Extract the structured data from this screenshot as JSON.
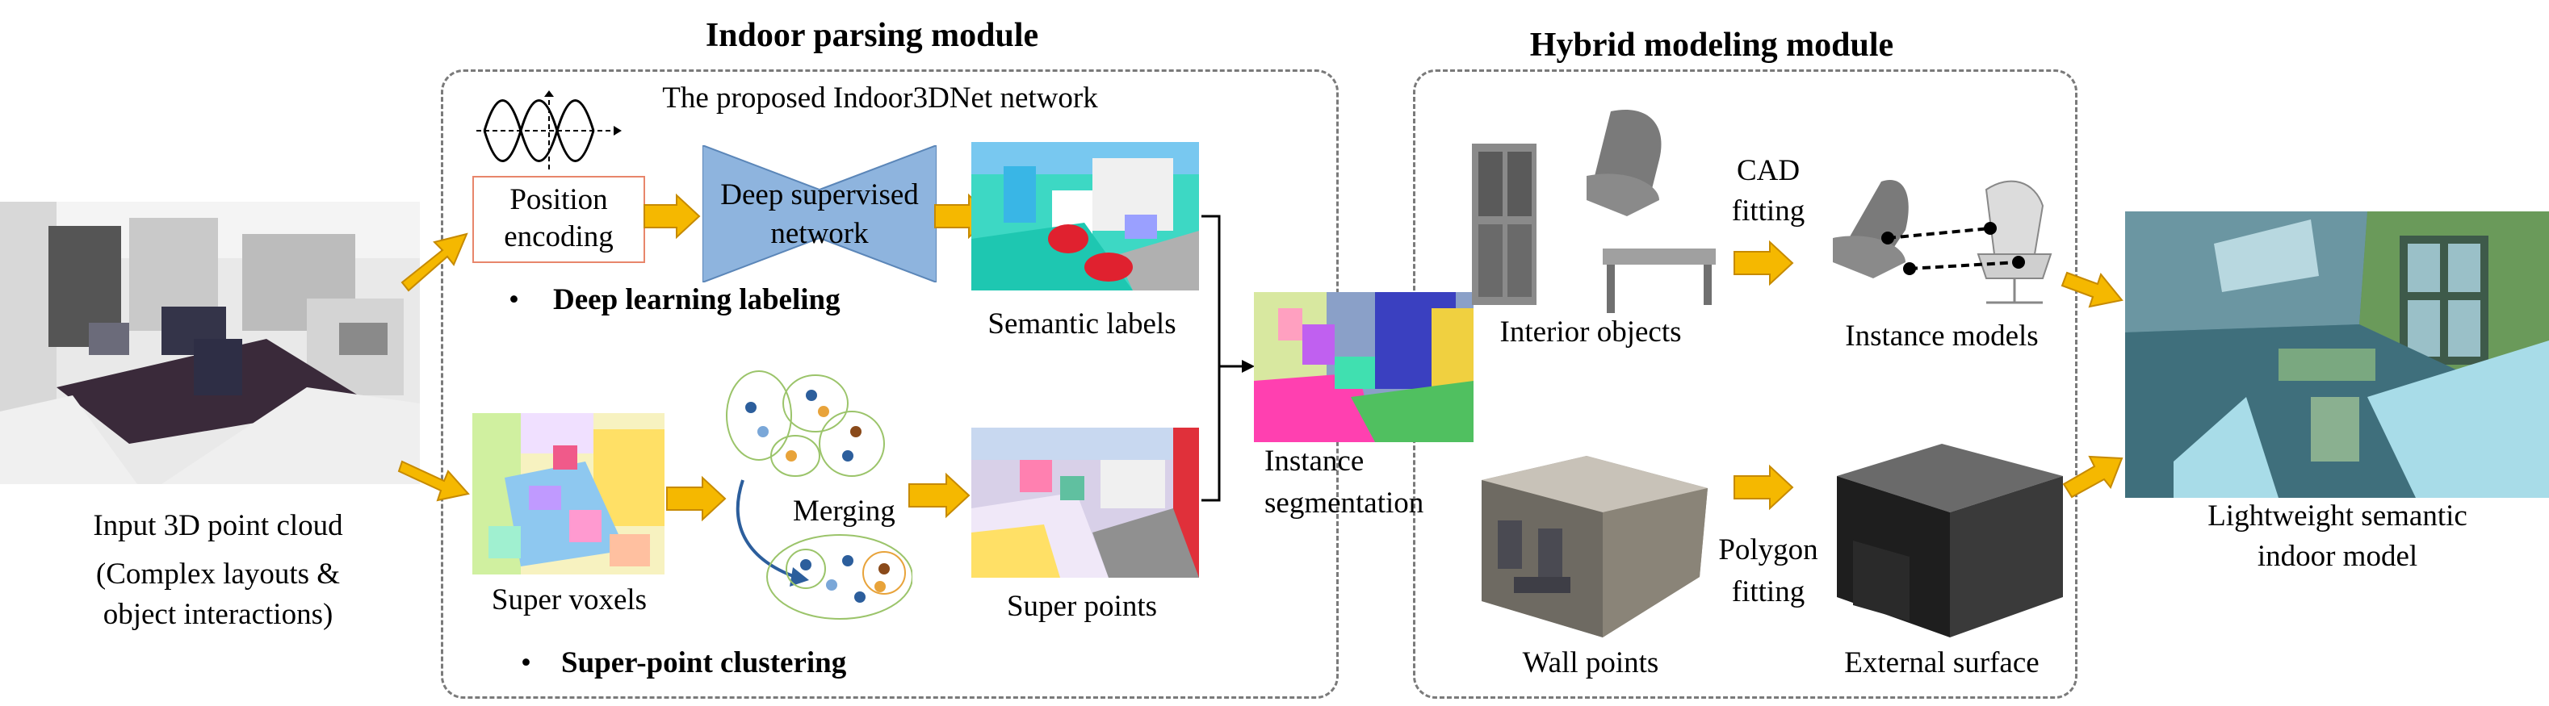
{
  "modules": {
    "indoor_title": "Indoor parsing module",
    "hybrid_title": "Hybrid modeling module"
  },
  "input": {
    "label": "Input 3D point cloud",
    "sublabel_1": "(Complex layouts &",
    "sublabel_2": "object interactions)"
  },
  "parsing": {
    "network_title": "The proposed Indoor3DNet network",
    "position_encoding_1": "Position",
    "position_encoding_2": "encoding",
    "deep_supervised_1": "Deep supervised",
    "deep_supervised_2": "network",
    "deep_learning_labeling": "Deep learning labeling",
    "semantic_labels": "Semantic labels",
    "super_voxels": "Super voxels",
    "merging": "Merging",
    "super_points": "Super points",
    "super_point_clustering": "Super-point clustering",
    "bullet": "•"
  },
  "segmentation": {
    "label_1": "Instance",
    "label_2": "segmentation"
  },
  "modeling": {
    "interior_objects": "Interior objects",
    "cad_fitting_1": "CAD",
    "cad_fitting_2": "fitting",
    "instance_models": "Instance models",
    "wall_points": "Wall points",
    "polygon_fitting_1": "Polygon",
    "polygon_fitting_2": "fitting",
    "external_surface": "External surface"
  },
  "output": {
    "label_1": "Lightweight semantic",
    "label_2": "indoor model"
  },
  "colors": {
    "arrow_fill": "#f5b800",
    "arrow_stroke": "#c68a00",
    "network_shape": "#8eb4de",
    "encoding_border": "#e8866b",
    "module_border": "#7a7a7a"
  }
}
